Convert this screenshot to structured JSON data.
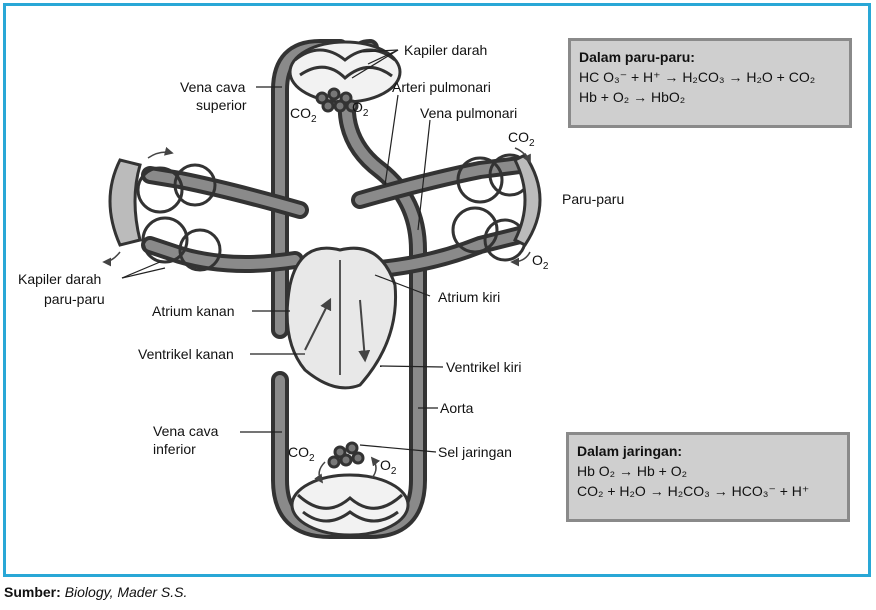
{
  "labels": {
    "kapiler_darah": "Kapiler darah",
    "vena_cava_superior_1": "Vena cava",
    "vena_cava_superior_2": "superior",
    "arteri_pulmonari": "Arteri pulmonari",
    "vena_pulmonari": "Vena pulmonari",
    "co2_top": "CO",
    "o2_top": "O",
    "co2_right": "CO",
    "paru_paru": "Paru-paru",
    "o2_right": "O",
    "kapiler_paru_1": "Kapiler darah",
    "kapiler_paru_2": "paru-paru",
    "atrium_kanan": "Atrium kanan",
    "atrium_kiri": "Atrium kiri",
    "ventrikel_kanan": "Ventrikel kanan",
    "ventrikel_kiri": "Ventrikel kiri",
    "aorta": "Aorta",
    "vena_cava_inferior_1": "Vena cava",
    "vena_cava_inferior_2": "inferior",
    "co2_bottom": "CO",
    "o2_bottom": "O",
    "sel_jaringan": "Sel jaringan",
    "sub2": "2"
  },
  "box_lungs": {
    "title": "Dalam paru-paru:",
    "line1": "HC O₃⁻ + H⁺ → H₂CO₃ → H₂O  + CO₂",
    "line2": "Hb + O₂ → HbO₂"
  },
  "box_tissue": {
    "title": "Dalam jaringan:",
    "line1": "Hb O₂ → Hb + O₂",
    "line2": "CO₂ + H₂O → H₂CO₃ → HCO₃⁻ + H⁺"
  },
  "source": {
    "prefix": "Sumber:",
    "text": "Biology, Mader S.S."
  },
  "colors": {
    "frame": "#29a7d6",
    "box_bg": "#cfcfcf",
    "box_border": "#8a8a8a"
  }
}
